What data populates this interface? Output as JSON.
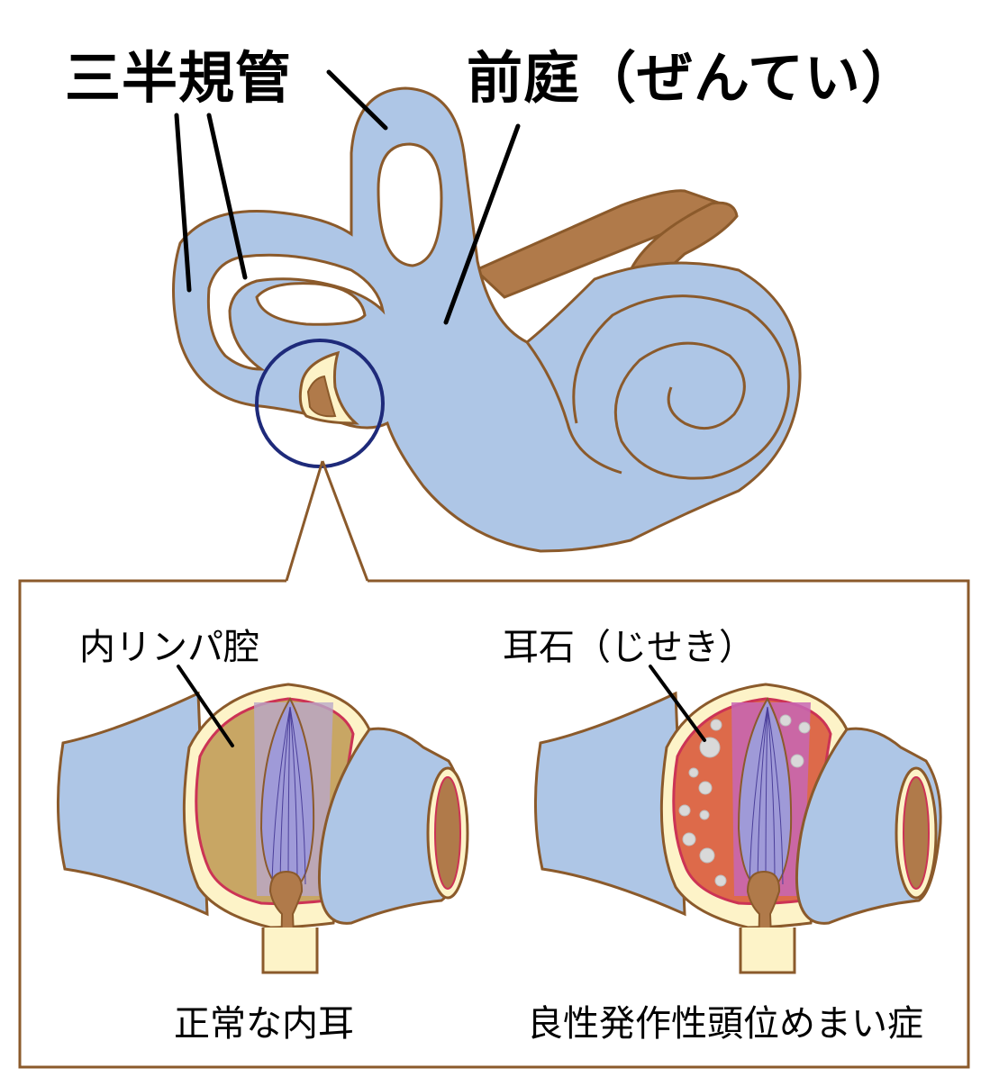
{
  "labels": {
    "semicircular_canals": "三半規管",
    "vestibule": "前庭（ぜんてい）",
    "endolymph_cavity": "内リンパ腔",
    "otolith": "耳石（じせき）",
    "normal_ear_caption": "正常な内耳",
    "bppv_caption": "良性発作性頭位めまい症"
  },
  "colors": {
    "labyrinth_fill": "#aec6e6",
    "outline": "#8b5a2b",
    "nerve": "#b07a4a",
    "magnifier_ring": "#1e2a7a",
    "cream": "#fdf3c8",
    "normal_cavity": "#c8a664",
    "bppv_cavity": "#dd6a4a",
    "cupula": "#9f9ad8",
    "pink_rim": "#cc3355",
    "otolith_particles": "#d9d9d9"
  }
}
